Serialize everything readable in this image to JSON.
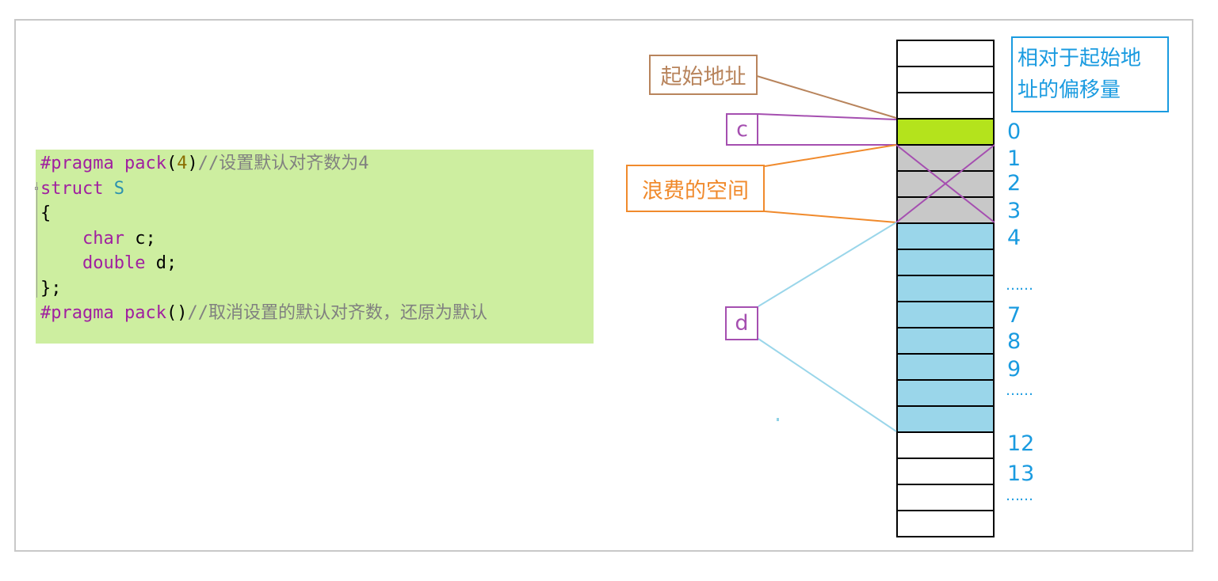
{
  "code": {
    "line1": {
      "directive": "#pragma",
      "func": "pack",
      "open": "(",
      "arg": "4",
      "close": ")",
      "comment": "//设置默认对齐数为4"
    },
    "line2": {
      "kw": "struct",
      "name": "S"
    },
    "line3": "{",
    "line4": {
      "kw": "char",
      "rest": "c;"
    },
    "line5": {
      "kw": "double",
      "rest": "d;"
    },
    "line6": "};",
    "line7": {
      "directive": "#pragma",
      "func": "pack",
      "parens": "()",
      "comment": "//取消设置的默认对齐数，还原为默认"
    }
  },
  "memory": {
    "cells": [
      {
        "role": "before",
        "color": "#ffffff"
      },
      {
        "role": "before",
        "color": "#ffffff"
      },
      {
        "role": "before",
        "color": "#ffffff"
      },
      {
        "role": "c",
        "color": "#b4e31c"
      },
      {
        "role": "padding",
        "color": "#c8c8c8"
      },
      {
        "role": "padding",
        "color": "#c8c8c8"
      },
      {
        "role": "padding",
        "color": "#c8c8c8"
      },
      {
        "role": "d",
        "color": "#9ad6ea"
      },
      {
        "role": "d",
        "color": "#9ad6ea"
      },
      {
        "role": "d",
        "color": "#9ad6ea"
      },
      {
        "role": "d",
        "color": "#9ad6ea"
      },
      {
        "role": "d",
        "color": "#9ad6ea"
      },
      {
        "role": "d",
        "color": "#9ad6ea"
      },
      {
        "role": "d",
        "color": "#9ad6ea"
      },
      {
        "role": "d",
        "color": "#9ad6ea"
      },
      {
        "role": "after",
        "color": "#ffffff"
      },
      {
        "role": "after",
        "color": "#ffffff"
      },
      {
        "role": "after",
        "color": "#ffffff"
      },
      {
        "role": "after",
        "color": "#ffffff"
      }
    ]
  },
  "offsets": {
    "header": "相对于起始地址的偏移量",
    "header_line1": "相对于起始地",
    "header_line2": "址的偏移量",
    "o0": "0",
    "o1": "1",
    "o2": "2",
    "o3": "3",
    "o4": "4",
    "dots1": "……",
    "o7": "7",
    "o8": "8",
    "o9": "9",
    "dots2": "……",
    "o12": "12",
    "o13": "13",
    "dots3": "……"
  },
  "labels": {
    "start_address": "起始地址",
    "member_c": "c",
    "wasted_space": "浪费的空间",
    "member_d": "d"
  },
  "colors": {
    "start_label": "#b8845c",
    "c_label": "#a54fb0",
    "waste_label": "#f08a2c",
    "d_label": "#a54fb0",
    "offset_text": "#1a9be0",
    "d_lines": "#9ad6ea"
  }
}
